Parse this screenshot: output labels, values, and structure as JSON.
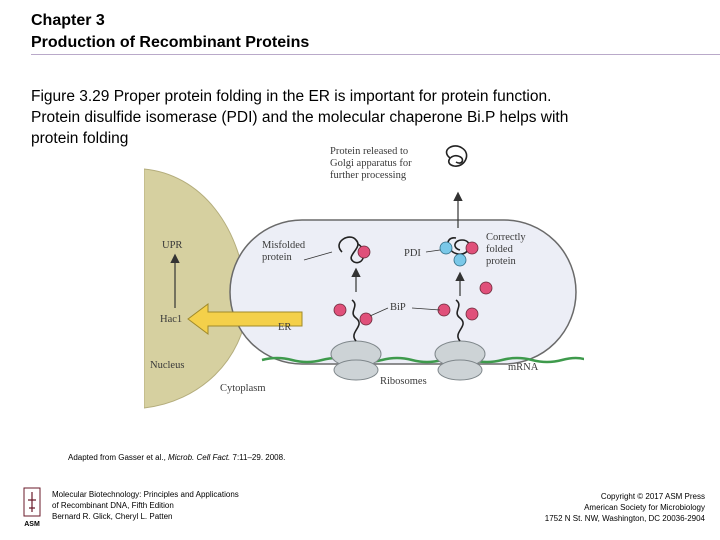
{
  "header": {
    "chapter": "Chapter 3",
    "title": "Production of Recombinant Proteins"
  },
  "caption": {
    "line1": "Figure 3.29 Proper protein folding in the ER is important for protein function.",
    "line2": "Protein disulfide isomerase (PDI) and the molecular chaperone Bi.P helps with",
    "line3": "protein folding"
  },
  "diagram": {
    "released_line1": "Protein released to",
    "released_line2": "Golgi apparatus for",
    "released_line3": "further processing",
    "misfolded_line1": "Misfolded",
    "misfolded_line2": "protein",
    "pdi": "PDI",
    "correct_line1": "Correctly",
    "correct_line2": "folded",
    "correct_line3": "protein",
    "upr": "UPR",
    "hac1": "Hac1",
    "bip": "BiP",
    "er": "ER",
    "nucleus": "Nucleus",
    "cytoplasm": "Cytoplasm",
    "ribosomes": "Ribosomes",
    "mrna": "mRNA",
    "colors": {
      "nucleus": "#d6d0a0",
      "er_fill": "#eceef6",
      "chaperone_red": "#e0507a",
      "pdi_blue": "#7ac8e8",
      "mrna_green": "#3e9a4c",
      "ribosome": "#cdd3d6",
      "arrow_yellow": "#f4d04a"
    }
  },
  "credit": {
    "prefix": "Adapted from Gasser et al., ",
    "journal": "Microb. Cell Fact.",
    "suffix": " 7:11–29. 2008."
  },
  "logo": {
    "text": "ASM"
  },
  "book": {
    "line1": "Molecular Biotechnology: Principles and Applications",
    "line2": "of Recombinant DNA, Fifth Edition",
    "line3": "Bernard R. Glick, Cheryl L. Patten"
  },
  "copyright": {
    "line1": "Copyright © 2017 ASM Press",
    "line2": "American Society for Microbiology",
    "line3": "1752 N St. NW, Washington, DC 20036-2904"
  }
}
